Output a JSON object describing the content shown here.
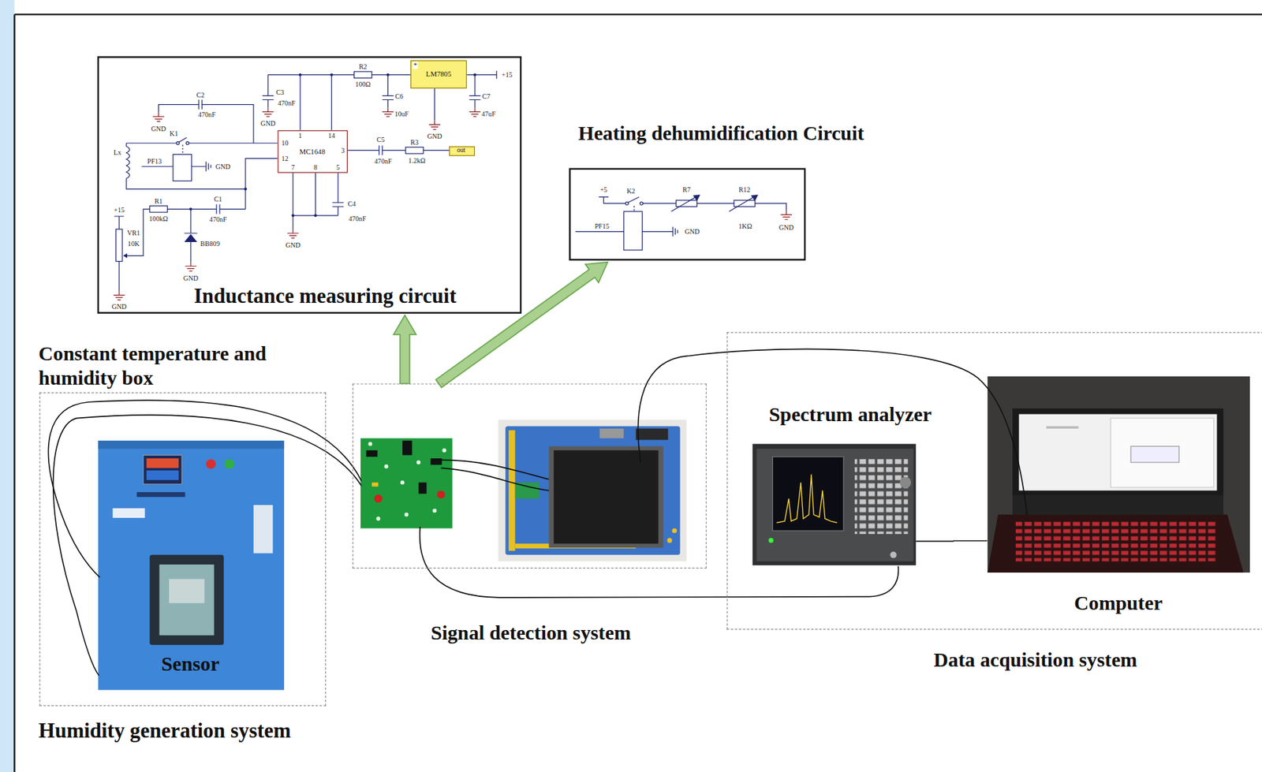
{
  "diagram": {
    "nodes": [
      {
        "text": [
          "Inductance measuring circuit"
        ]
      },
      {
        "text": [
          "LM7805"
        ],
        "in": 0
      },
      {
        "text": [
          "MC1648"
        ],
        "in": 0
      },
      {
        "text": [
          "out"
        ],
        "in": 0
      },
      {
        "text": [
          "Heating dehumidification Circuit"
        ]
      },
      {
        "text": [
          "Constant temperature and humidity box",
          "Humidity generation system"
        ]
      },
      {
        "text": [
          "Sensor"
        ],
        "in": 5
      },
      {
        "text": [
          "Signal detection system"
        ]
      },
      {
        "text": [
          "Data acquisition system"
        ]
      },
      {
        "text": [
          "Spectrum analyzer"
        ],
        "in": 8
      },
      {
        "text": [
          "Computer"
        ],
        "in": 8
      }
    ],
    "edges": [
      {
        "from": 7,
        "to": 0,
        "arrow": "to"
      },
      {
        "from": 7,
        "to": 4,
        "arrow": "to"
      },
      {
        "from": 9,
        "to": 10,
        "arrow": "none"
      }
    ],
    "labels": [
      "C2",
      "470nF",
      "GND",
      "K1",
      "Lx",
      "PF13",
      "GND",
      "C3",
      "470nF",
      "GND",
      "R2",
      "100Ω",
      "*",
      "+15",
      "C6",
      "10uF",
      "GND",
      "C7",
      "47uF",
      "10",
      "1",
      "14",
      "12",
      "3",
      "7",
      "8",
      "5",
      "C5",
      "470nF",
      "R3",
      "1.2kΩ",
      "+15",
      "R1",
      "100kΩ",
      "C1",
      "470nF",
      "VR1",
      "10K",
      "BB809",
      "GND",
      "GND",
      "C4",
      "470nF",
      "GND",
      "+5",
      "K2",
      "R7",
      "R12",
      "PF15",
      "GND",
      "1KΩ",
      "GND"
    ]
  }
}
